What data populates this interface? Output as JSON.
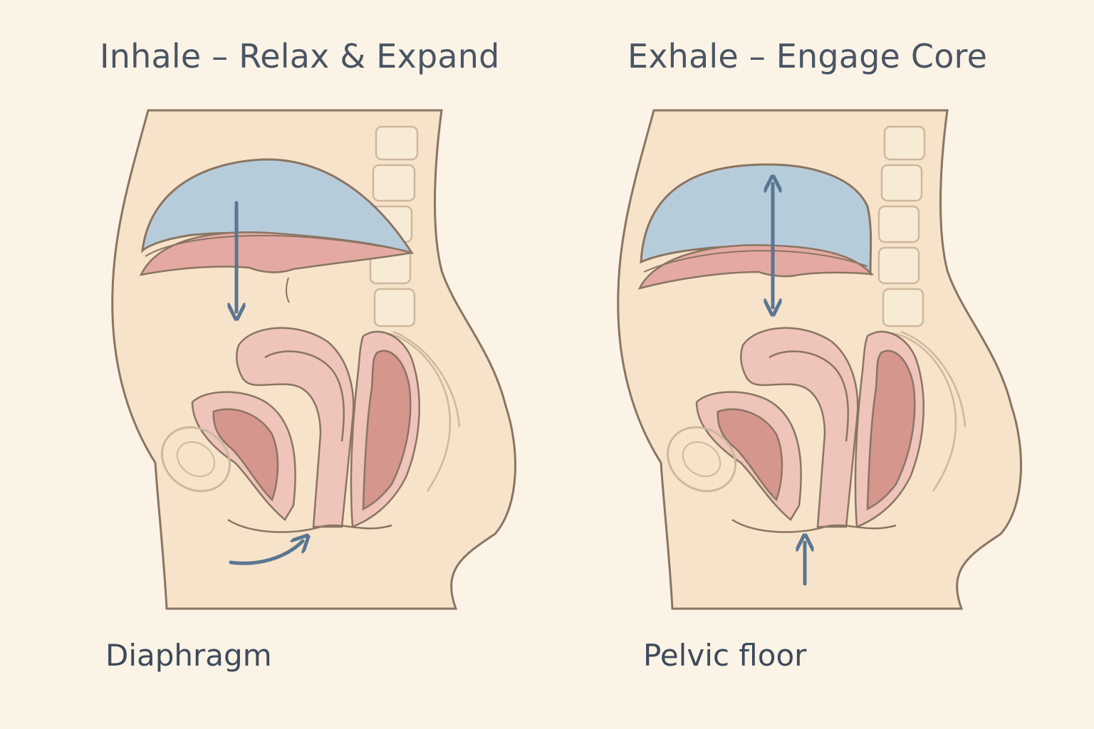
{
  "panels": [
    {
      "title": "Inhale – Relax & Expand",
      "caption": "Diaphragm",
      "arrow_icon": "arrow-down-icon",
      "floor_arrow_icon": "curved-arrow-icon"
    },
    {
      "title": "Exhale – Engage Core",
      "caption": "Pelvic floor",
      "arrow_icon": "double-arrow-icon",
      "floor_arrow_icon": "arrow-up-icon"
    }
  ],
  "colors": {
    "background": "#FBF3E6",
    "body": "#F6E3C9",
    "outline": "#8A7563",
    "lungs": "#B7CCDB",
    "diaphragm": "#E4A9A2",
    "organ_light": "#EFC4BB",
    "organ_dark": "#D5968E",
    "arrow": "#5A7691",
    "text": "#4A5563"
  }
}
